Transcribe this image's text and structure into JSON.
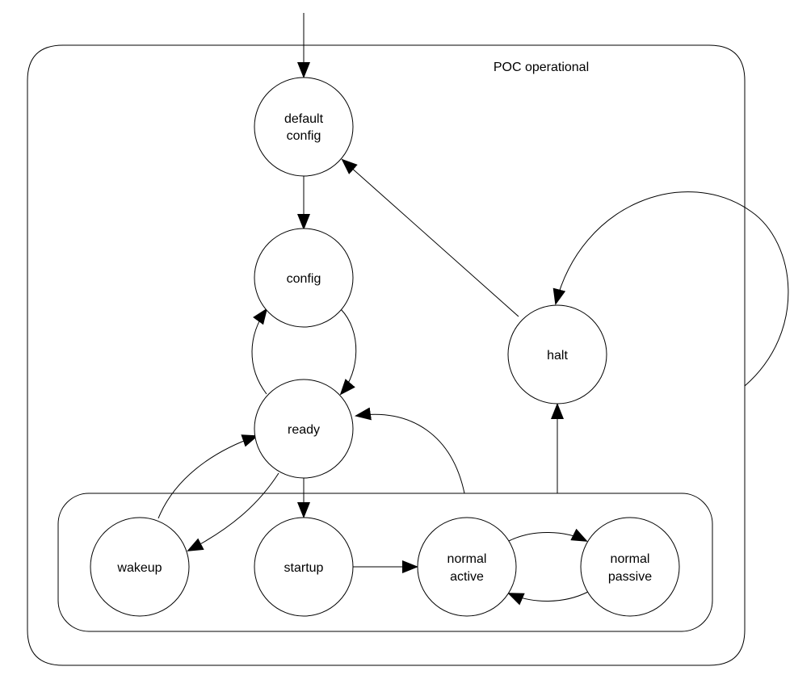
{
  "container": {
    "label": "POC operational"
  },
  "states": {
    "default_config": {
      "line1": "default",
      "line2": "config"
    },
    "config": {
      "label": "config"
    },
    "ready": {
      "label": "ready"
    },
    "halt": {
      "label": "halt"
    },
    "wakeup": {
      "label": "wakeup"
    },
    "startup": {
      "label": "startup"
    },
    "normal_active": {
      "line1": "normal",
      "line2": "active"
    },
    "normal_passive": {
      "line1": "normal",
      "line2": "passive"
    }
  }
}
